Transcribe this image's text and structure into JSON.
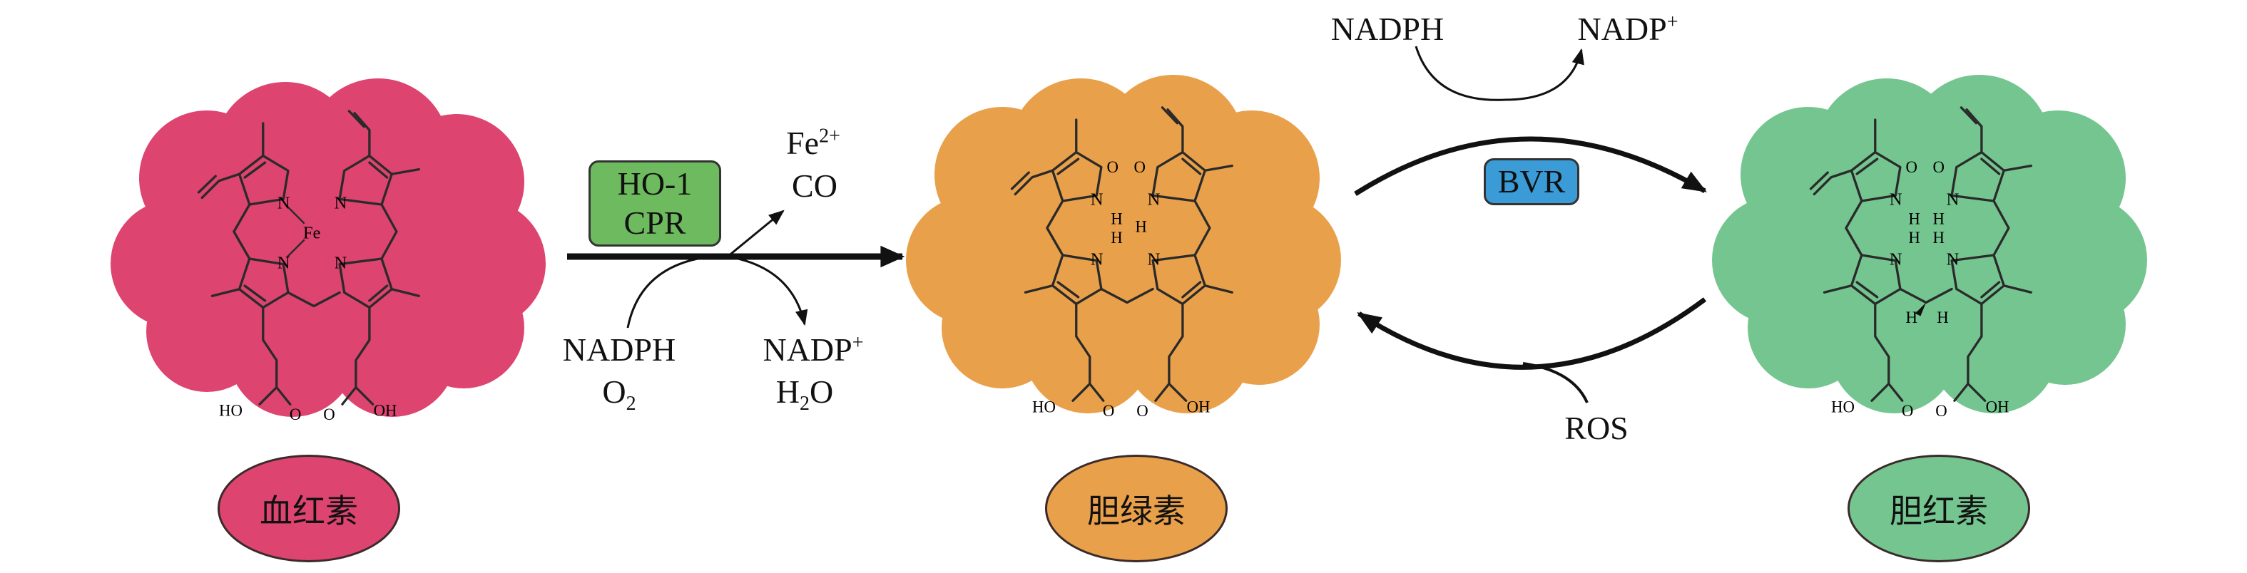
{
  "colors": {
    "heme": "#dd4470",
    "biliverdin": "#e9a04a",
    "bilirubin": "#74c58f",
    "ho1_box": "#6dbb5e",
    "bvr_box": "#3a9bd6",
    "line": "#111111"
  },
  "molecules": [
    {
      "id": "heme",
      "name": "血红素",
      "atoms": {
        "fe": "Fe",
        "n": "N",
        "ho": "HO",
        "oh": "OH",
        "o": "O"
      }
    },
    {
      "id": "biliverdin",
      "name": "胆绿素",
      "atoms": {
        "n": "N",
        "h": "H",
        "ho": "HO",
        "oh": "OH",
        "o": "O"
      }
    },
    {
      "id": "bilirubin",
      "name": "胆红素",
      "atoms": {
        "n": "N",
        "h": "H",
        "ho": "HO",
        "oh": "OH",
        "o": "O"
      }
    }
  ],
  "reaction1": {
    "enzyme_line1": "HO-1",
    "enzyme_line2": "CPR",
    "product_fe": "Fe",
    "product_fe_charge": "2+",
    "product_co": "CO",
    "input_nadph": "NADPH",
    "input_o2": "O",
    "input_o2_sub": "2",
    "output_nadp": "NADP",
    "output_nadp_charge": "+",
    "output_h2o_h": "H",
    "output_h2o_sub": "2",
    "output_h2o_o": "O"
  },
  "reaction2": {
    "enzyme": "BVR",
    "cofactor_in": "NADPH",
    "cofactor_out": "NADP",
    "cofactor_out_charge": "+",
    "reverse_agent": "ROS"
  }
}
